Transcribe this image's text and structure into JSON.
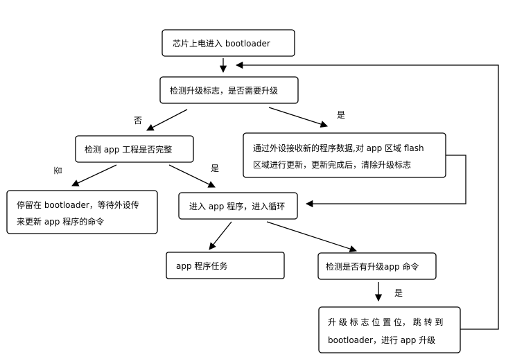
{
  "nodes": {
    "chip_power_on": "芯片上电进入 bootloader",
    "check_upgrade_flag": "检测升级标志，是否需要升级",
    "check_app_complete": "检测 app 工程是否完整",
    "update_flash_line1": "通过外设接收新的程序数据,对 app 区域 flash",
    "update_flash_line2": "区域进行更新，更新完成后，清除升级标志",
    "stay_bootloader_line1": "停留在 bootloader，等待外设传",
    "stay_bootloader_line2": "来更新 app 程序的命令",
    "enter_app_loop": "进入 app 程序，进入循环",
    "app_tasks": "app 程序任务",
    "check_upgrade_cmd": "检测是否有升级app 命令",
    "set_flag_line1": "升 级 标 志 位 置 位， 跳 转 到",
    "set_flag_line2": "bootloader，进行 app 升级"
  },
  "edge_labels": {
    "no_upgrade": "否",
    "yes_upgrade": "是",
    "app_incomplete": "否",
    "app_complete": "是",
    "cmd_yes": "是"
  }
}
